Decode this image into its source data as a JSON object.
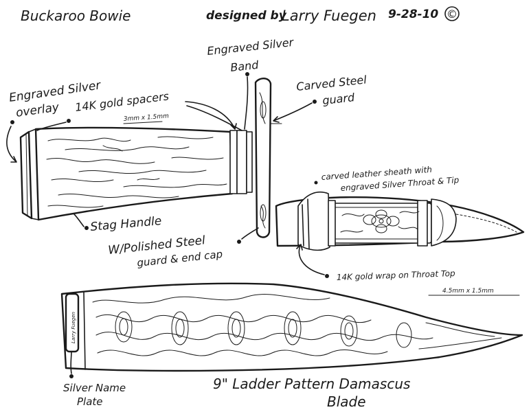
{
  "header": {
    "title": "Buckaroo Bowie",
    "designed_by": "designed by",
    "signature": "Larry Fuegen",
    "date": "9-28-10",
    "copyright": "©"
  },
  "labels": {
    "engraved_silver_overlay_1": "Engraved Silver",
    "engraved_silver_overlay_2": "overlay",
    "gold_spacers": "14K gold spacers",
    "gold_spacers_size": "3mm x 1.5mm",
    "engraved_silver_band_1": "Engraved Silver",
    "engraved_silver_band_2": "Band",
    "carved_steel_guard_1": "Carved Steel",
    "carved_steel_guard_2": "guard",
    "sheath_1": "carved leather sheath with",
    "sheath_2": "engraved Silver Throat & Tip",
    "stag_handle": "Stag Handle",
    "polished_steel_1": "W/Polished Steel",
    "polished_steel_2": "guard & end cap",
    "gold_wrap": "14K gold wrap on Throat Top",
    "gold_wrap_size": "4.5mm x 1.5mm",
    "name_plate_1": "Silver Name",
    "name_plate_2": "Plate",
    "blade_1": "9\" Ladder Pattern Damascus",
    "blade_2": "Blade"
  },
  "colors": {
    "ink": "#1a1a1a",
    "paper": "#ffffff"
  }
}
